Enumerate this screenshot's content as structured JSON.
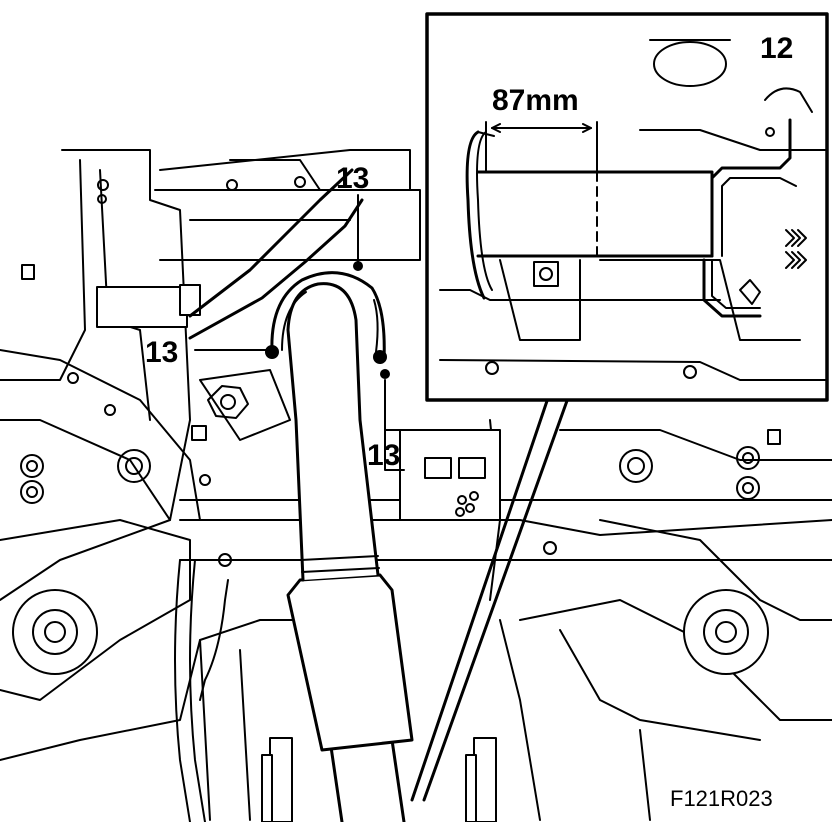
{
  "figure": {
    "id": "F121R023",
    "inset_callout": "12",
    "dimension": "87mm",
    "callouts": [
      "13",
      "13",
      "13"
    ]
  },
  "colors": {
    "ink": "#000000",
    "paper": "#ffffff",
    "shade": "#cfcfcf"
  }
}
